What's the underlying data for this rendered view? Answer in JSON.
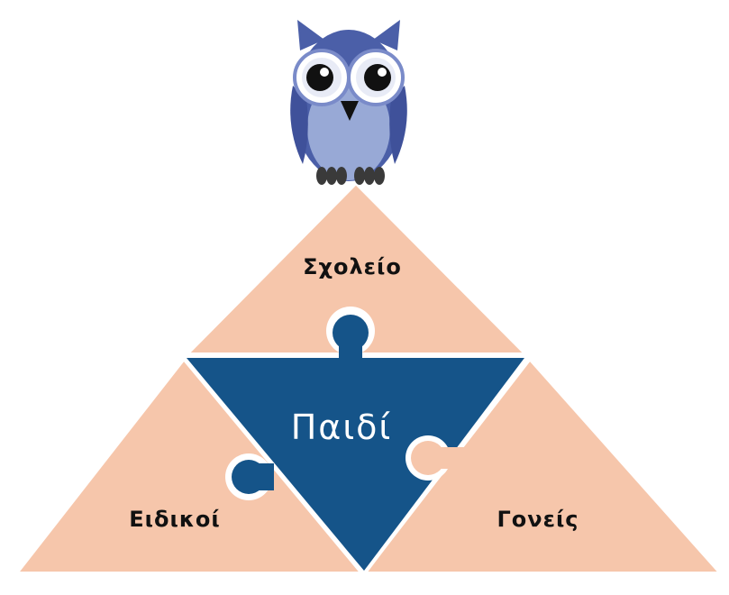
{
  "diagram": {
    "top_segment_label": "Σχολείο",
    "left_segment_label": "Ειδικοί",
    "right_segment_label": "Γονείς",
    "center_piece_label": "Παιδί"
  },
  "colors": {
    "segment_fill": "#f6c6ab",
    "center_piece_fill": "#155489",
    "owl_body": "#4b5fa8",
    "owl_belly": "#98a9d6",
    "owl_claws": "#3a3a3a",
    "owl_beak": "#111111"
  },
  "icons": {
    "mascot": "owl-icon",
    "center_piece": "puzzle-piece-icon"
  }
}
